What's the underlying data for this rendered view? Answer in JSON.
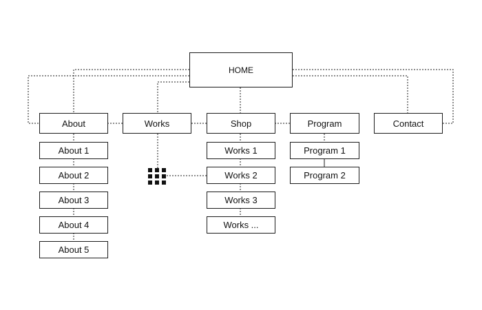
{
  "home": {
    "label": "HOME"
  },
  "sections": [
    {
      "id": "about",
      "label": "About",
      "children": [
        "About 1",
        "About 2",
        "About 3",
        "About 4",
        "About 5"
      ]
    },
    {
      "id": "works",
      "label": "Works",
      "children": []
    },
    {
      "id": "shop",
      "label": "Shop",
      "children": [
        "Works 1",
        "Works 2",
        "Works 3",
        "Works ..."
      ]
    },
    {
      "id": "program",
      "label": "Program",
      "children": [
        "Program 1",
        "Program 2"
      ]
    },
    {
      "id": "contact",
      "label": "Contact",
      "children": []
    }
  ],
  "colors": {
    "line": "#1a1a1a",
    "box_border": "#1a1a1a",
    "text": "#111111"
  },
  "icons": {
    "works_detail": "grid-icon"
  }
}
